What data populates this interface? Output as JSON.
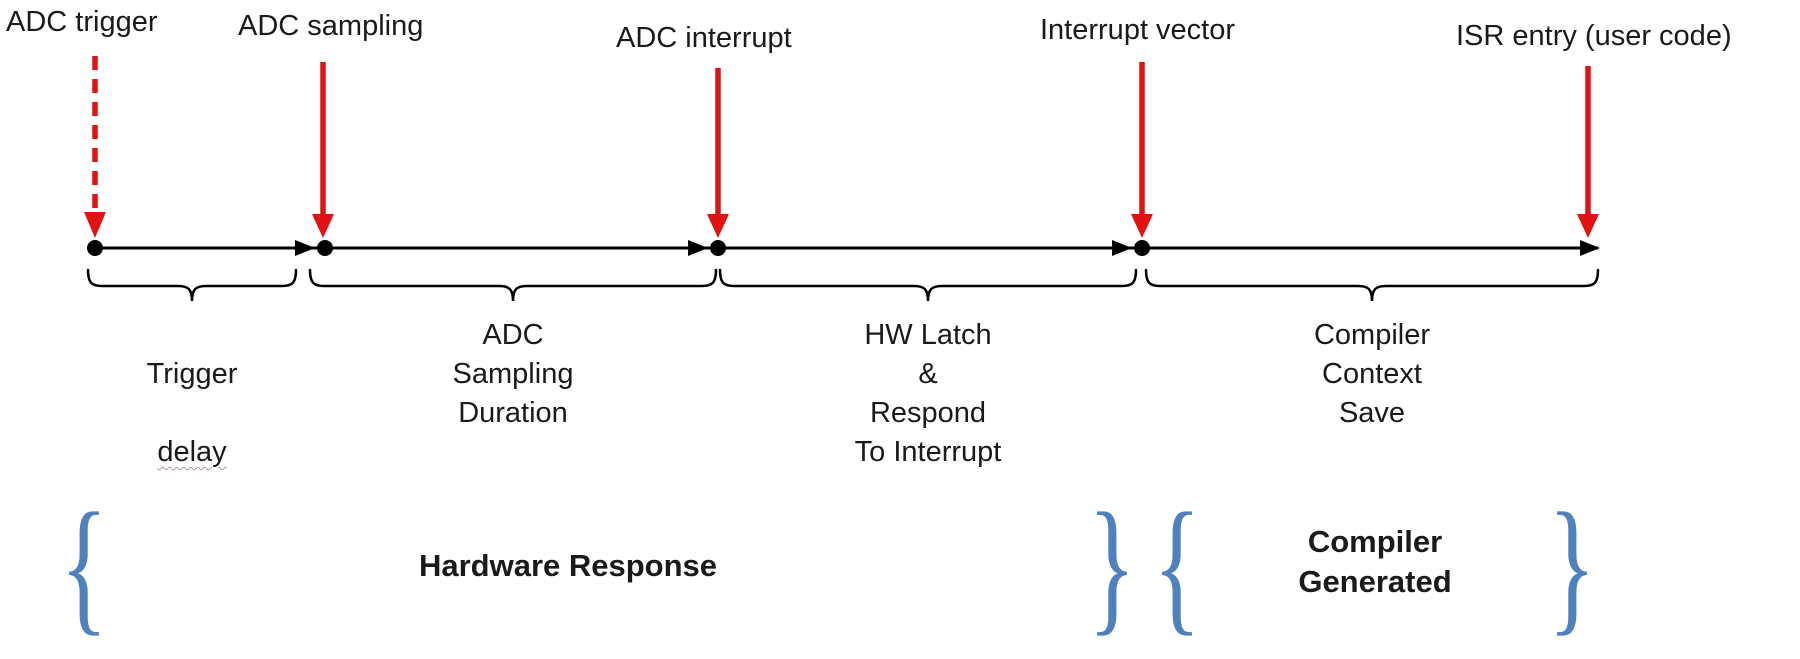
{
  "diagram": {
    "colors": {
      "arrow": "#e31212",
      "brace": "#4f81bd",
      "line": "#000000",
      "text": "#1a1a1a"
    },
    "icons": {
      "open_brace": "{",
      "close_brace": "}"
    },
    "events": [
      {
        "label": "ADC trigger",
        "arrow_style": "dashed"
      },
      {
        "label": "ADC sampling",
        "arrow_style": "solid"
      },
      {
        "label": "ADC interrupt",
        "arrow_style": "solid"
      },
      {
        "label": "Interrupt vector",
        "arrow_style": "solid"
      },
      {
        "label": "ISR entry (user code)",
        "arrow_style": "solid"
      }
    ],
    "segments": [
      {
        "label": "Trigger\ndelay",
        "lines": [
          "Trigger",
          "delay"
        ]
      },
      {
        "label": "ADC\nSampling\nDuration"
      },
      {
        "label": "HW Latch\n&\nRespond\nTo Interrupt"
      },
      {
        "label": "Compiler\nContext\nSave"
      }
    ],
    "phases": [
      {
        "label": "Hardware Response"
      },
      {
        "label": "Compiler\nGenerated"
      }
    ]
  }
}
